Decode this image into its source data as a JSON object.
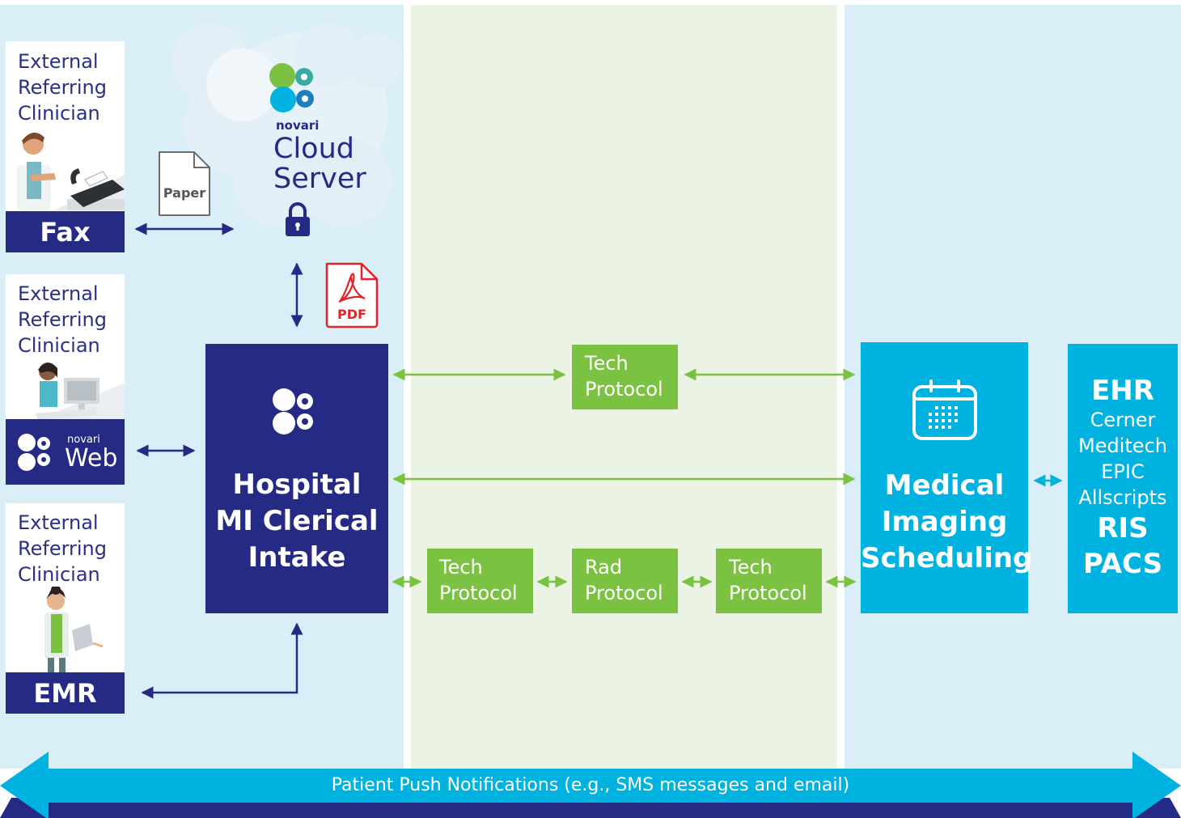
{
  "left_column": {
    "fax_card": {
      "role_lines": [
        "External",
        "Referring",
        "Clinician"
      ],
      "channel": "Fax"
    },
    "web_card": {
      "role_lines": [
        "External",
        "Referring",
        "Clinician"
      ],
      "brand_small": "novari",
      "channel": "Web"
    },
    "emr_card": {
      "role_lines": [
        "External",
        "Referring",
        "Clinician"
      ],
      "channel": "EMR"
    }
  },
  "cloud": {
    "brand_small": "novari",
    "line1": "Cloud",
    "line2": "Server"
  },
  "docs": {
    "paper": "Paper",
    "pdf": "PDF"
  },
  "intake": {
    "lines": [
      "Hospital",
      "MI Clerical",
      "Intake"
    ]
  },
  "protocols": {
    "top": [
      "Tech",
      "Protocol"
    ],
    "bottom1": [
      "Tech",
      "Protocol"
    ],
    "bottom2": [
      "Rad",
      "Protocol"
    ],
    "bottom3": [
      "Tech",
      "Protocol"
    ]
  },
  "scheduling": {
    "lines": [
      "Medical",
      "Imaging",
      "Scheduling"
    ]
  },
  "systems": {
    "ehr": "EHR",
    "vendors": [
      "Cerner",
      "Meditech",
      "EPIC",
      "Allscripts"
    ],
    "ris": "RIS",
    "pacs": "PACS"
  },
  "notification_bar": {
    "label": "Patient Push Notifications (e.g., SMS messages and email)"
  },
  "colors": {
    "navy": "#252a84",
    "green": "#7cc242",
    "cyan": "#00b2df",
    "panel_blue": "#d9eef6",
    "panel_green": "#eaf3e4",
    "pdf_red": "#e1242a"
  }
}
